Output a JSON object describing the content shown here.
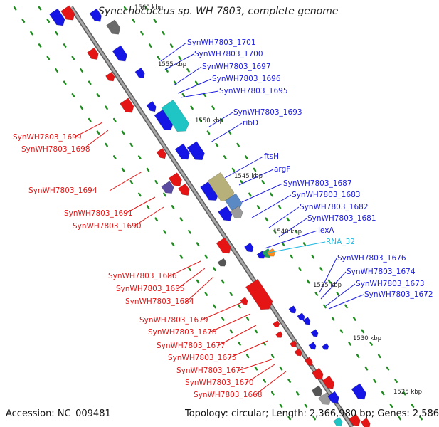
{
  "title": "Synechococcus sp. WH 7803, complete genome",
  "accession": "Accession: NC_009481",
  "topology": "Topology: circular; Length: 2,366,980 bp; Genes: 2,586",
  "colors": {
    "forward_label": "#1a1adb",
    "reverse_label": "#e01818",
    "rna_label": "#22b8e0",
    "backbone": "#8c8c8c",
    "ring_marks": "#1f8c1f"
  },
  "scale_ticks": [
    "1560 kbp",
    "1555 kbp",
    "1550 kbp",
    "1545 kbp",
    "1540 kbp",
    "1535 kbp",
    "1530 kbp",
    "1525 kbp"
  ],
  "forward_labels": [
    "SynWH7803_1701",
    "SynWH7803_1700",
    "SynWH7803_1697",
    "SynWH7803_1696",
    "SynWH7803_1695",
    "SynWH7803_1693",
    "ribD",
    "ftsH",
    "argF",
    "SynWH7803_1687",
    "SynWH7803_1683",
    "SynWH7803_1682",
    "SynWH7803_1681",
    "lexA",
    "SynWH7803_1676",
    "SynWH7803_1674",
    "SynWH7803_1673",
    "SynWH7803_1672"
  ],
  "rna_labels": [
    "RNA_32"
  ],
  "reverse_labels": [
    "SynWH7803_1699",
    "SynWH7803_1698",
    "SynWH7803_1694",
    "SynWH7803_1691",
    "SynWH7803_1690",
    "SynWH7803_1686",
    "SynWH7803_1685",
    "SynWH7803_1684",
    "SynWH7803_1679",
    "SynWH7803_1678",
    "SynWH7803_1677",
    "SynWH7803_1675",
    "SynWH7803_1671",
    "SynWH7803_1670",
    "SynWH7803_1668"
  ]
}
